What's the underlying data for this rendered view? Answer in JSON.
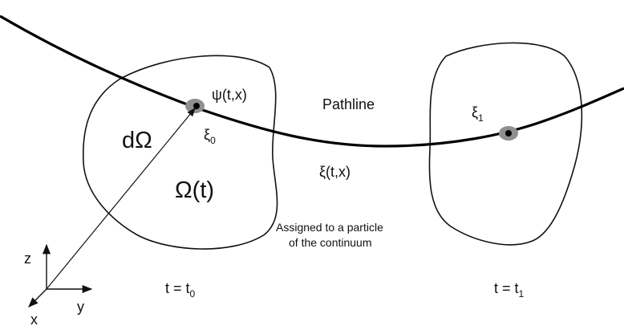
{
  "labels": {
    "d_omega": "dΩ",
    "omega_t": "Ω(t)",
    "psi": "ψ(t,x)",
    "xi0_base": "ξ",
    "xi0_sub": "0",
    "pathline": "Pathline",
    "xi_tx": "ξ(t,x)",
    "xi1_base": "ξ",
    "xi1_sub": "1",
    "note_line1": "Assigned to a particle",
    "note_line2": "of the continuum",
    "t0_base": "t = t",
    "t0_sub": "0",
    "t1_base": "t = t",
    "t1_sub": "1"
  },
  "axes": {
    "z": "z",
    "y": "y",
    "x": "x"
  },
  "colors": {
    "line": "#111111",
    "particle_blob": "#8f8f8f",
    "point": "#000000"
  }
}
